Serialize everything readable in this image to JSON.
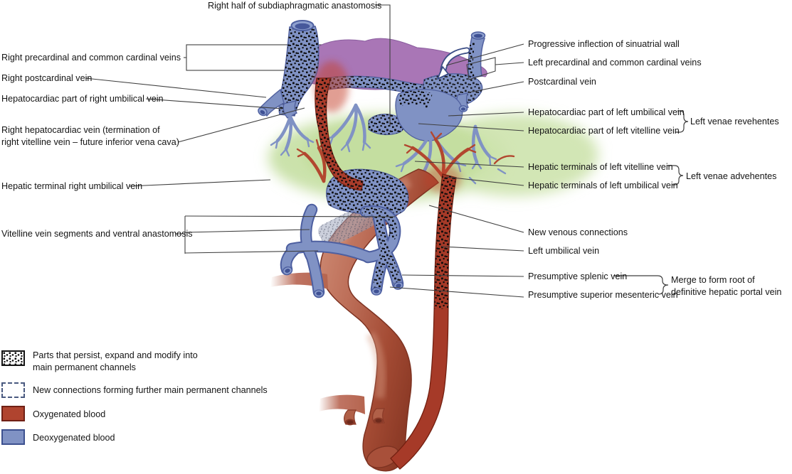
{
  "title_label": "Right half of subdiaphragmatic anastomosis",
  "left_labels": [
    {
      "text": "Right precardinal and common cardinal veins"
    },
    {
      "text": "Right postcardinal vein"
    },
    {
      "text": "Hepatocardiac part of right umbilical vein"
    },
    {
      "line1": "Right hepatocardiac vein (termination of",
      "line2": "right vitelline vein – future inferior vena cava)"
    },
    {
      "text": "Hepatic terminal right umbilical vein"
    },
    {
      "text": "Vitelline vein segments and ventral anastomosis"
    }
  ],
  "right_labels": [
    {
      "text": "Progressive inflection of sinuatrial wall"
    },
    {
      "text": "Left precardinal and common cardinal veins"
    },
    {
      "text": "Postcardinal vein"
    },
    {
      "text": "Hepatocardiac part of left umbilical vein"
    },
    {
      "text": "Hepatocardiac part of left vitelline vein"
    },
    {
      "text": "Hepatic terminals of left vitelline vein"
    },
    {
      "text": "Hepatic terminals of left umbilical vein"
    },
    {
      "text": "New venous connections"
    },
    {
      "text": "Left umbilical vein"
    },
    {
      "text": "Presumptive splenic vein"
    },
    {
      "text": "Presumptive superior mesenteric vein"
    }
  ],
  "group_labels": {
    "revehentes": "Left venae revehentes",
    "advehentes": "Left venae advehentes",
    "merge_line1": "Merge to form root of",
    "merge_line2": "definitive hepatic portal vein"
  },
  "legend": {
    "items": [
      {
        "swatch": "stipple-swatch",
        "line1": "Parts that persist, expand and modify into",
        "line2": "main permanent channels"
      },
      {
        "swatch": "dashed-swatch",
        "line1": "New connections forming further main permanent channels"
      },
      {
        "swatch": "oxygenated-swatch",
        "line1": "Oxygenated blood"
      },
      {
        "swatch": "deoxygenated-swatch",
        "line1": "Deoxygenated blood"
      }
    ]
  },
  "colors": {
    "deoxygenated_blue": "#8092c4",
    "oxygenated_red": "#b0442f",
    "vessel_red": "#a93c2b",
    "sinus_purple": "#a976b6",
    "liver_green": "#c9e1a7",
    "gut_brown": "#bf7260",
    "leader_line": "#3f3f3f",
    "dashed_legend_border": "#49597f"
  },
  "icons": {
    "curved_arrow": "curved-arrow-icon"
  }
}
